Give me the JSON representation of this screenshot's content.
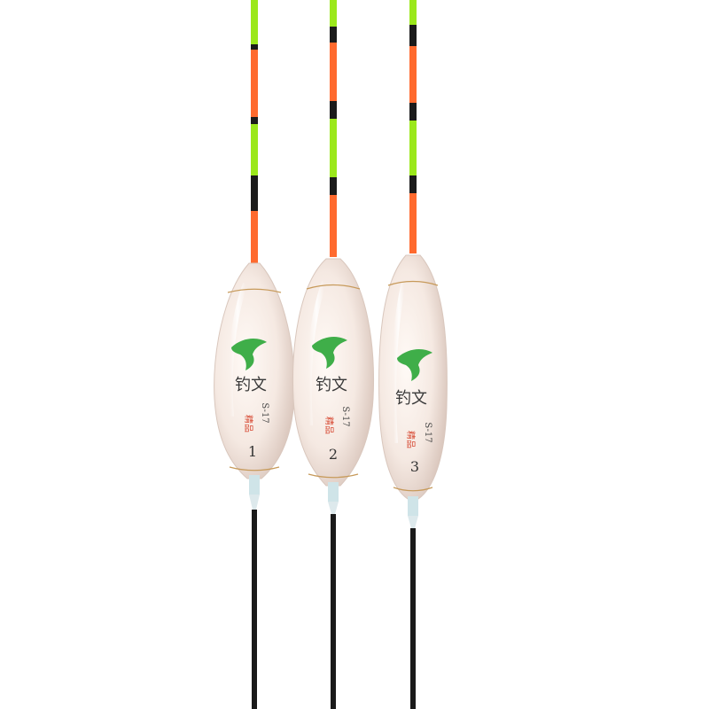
{
  "product": {
    "model": "S-17",
    "brand_glyphs": "钓文",
    "stamp_text": "精品",
    "colors": {
      "tip_green": "#9be81c",
      "tip_orange": "#ff6a2e",
      "tip_black": "#1b1b1b",
      "body_white": "#f7ede6",
      "body_shadow": "#d9c7bd",
      "gold_accent": "#c79a5a",
      "swallow_green": "#3fae49",
      "stamp_red": "#d6452e",
      "stem_black": "#1a1a1a"
    },
    "floats": [
      {
        "number": "1"
      },
      {
        "number": "2"
      },
      {
        "number": "3"
      }
    ]
  }
}
